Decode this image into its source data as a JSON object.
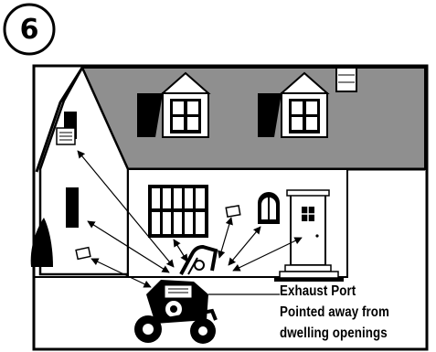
{
  "step": {
    "number": "6"
  },
  "caption": {
    "line1": "Exhaust Port",
    "line2": "Pointed away from",
    "line3": "dwelling openings"
  },
  "illustration": {
    "subject": "house with pressure washer exhaust pointed away from openings",
    "colors": {
      "line": "#000000",
      "roof": "#8f8f8f",
      "background": "#ffffff"
    }
  }
}
